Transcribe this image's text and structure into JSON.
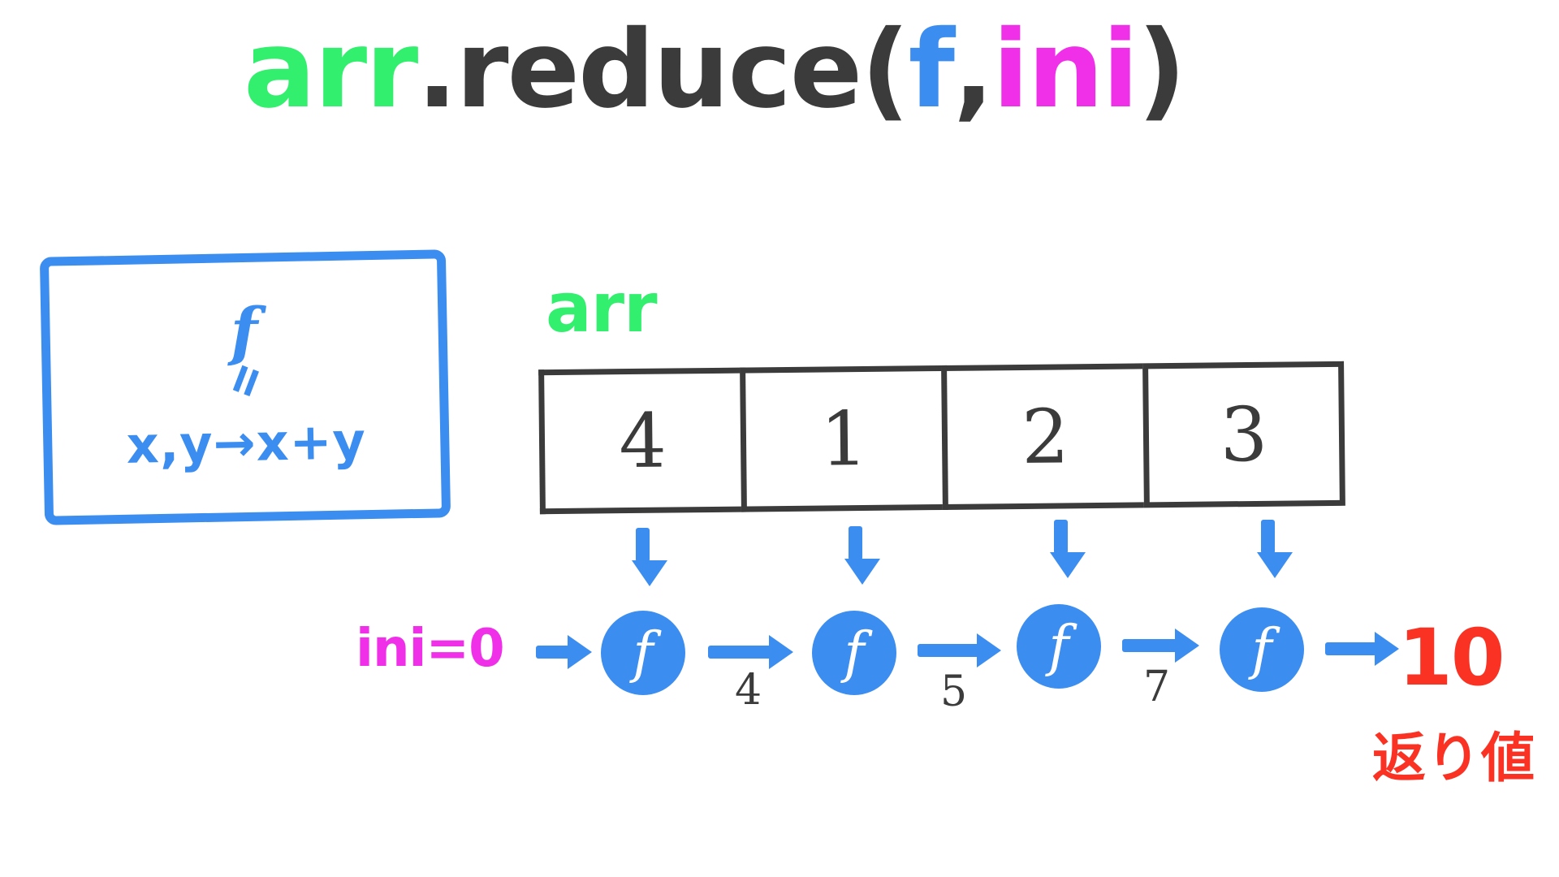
{
  "title": {
    "part_arr": "arr",
    "part_method": ".reduce(",
    "part_f": "f",
    "part_comma": ", ",
    "part_ini": "ini",
    "part_close": ")"
  },
  "definition_box": {
    "symbol": "f",
    "equals": "=",
    "formula": "x,y→x+y"
  },
  "array": {
    "label": "arr",
    "values": [
      "4",
      "1",
      "2",
      "3"
    ]
  },
  "reduce_chain": {
    "initial_label": "ini=0",
    "function_label": "f",
    "steps": [
      {
        "function_label": "f",
        "output": "4"
      },
      {
        "function_label": "f",
        "output": "5"
      },
      {
        "function_label": "f",
        "output": "7"
      },
      {
        "function_label": "f",
        "output": ""
      }
    ],
    "result": "10",
    "result_caption": "返り値"
  },
  "colors": {
    "green": "#32f06e",
    "blue": "#3c8df0",
    "magenta": "#f030e8",
    "red": "#fa3223",
    "dark": "#3b3b3b"
  }
}
